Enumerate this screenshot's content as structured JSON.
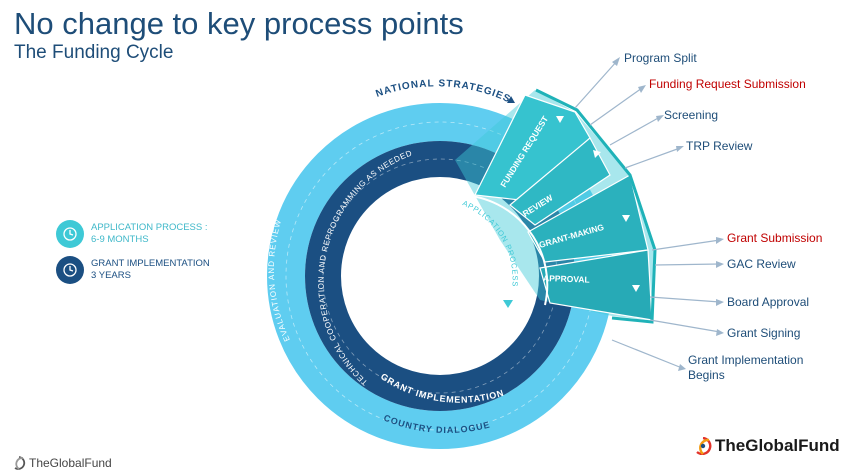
{
  "header": {
    "title": "No change to key process points",
    "subtitle": "The Funding Cycle"
  },
  "legend": [
    {
      "label": "APPLICATION PROCESS :\n6-9 MONTHS",
      "color": "#3ec9d6",
      "text_color": "#3fb8c9",
      "icon": "clock-cycle-icon"
    },
    {
      "label": "GRANT IMPLEMENTATION\n3 YEARS",
      "color": "#1b4f82",
      "text_color": "#1b4f82",
      "icon": "clock-cycle-icon"
    }
  ],
  "ring_labels": {
    "outer_top": "NATIONAL STRATEGIES",
    "outer_left": "EVALUATION AND REVIEW",
    "outer_bottom": "COUNTRY DIALOGUE",
    "inner_left": "TECHNICAL COOPERATION AND REPROGRAMMING AS NEEDED",
    "inner_bottom": "GRANT IMPLEMENTATION",
    "application": "APPLICATION PROCESS"
  },
  "wedge_stages": [
    "FUNDING REQUEST",
    "REVIEW",
    "GRANT-MAKING",
    "APPROVAL"
  ],
  "callouts": [
    {
      "text": "Program Split",
      "color": "#1e4d78"
    },
    {
      "text": "Funding Request Submission",
      "color": "#c00000"
    },
    {
      "text": "Screening",
      "color": "#1e4d78"
    },
    {
      "text": "TRP Review",
      "color": "#1e4d78"
    },
    {
      "text": "Grant Submission",
      "color": "#c00000"
    },
    {
      "text": "GAC Review",
      "color": "#1e4d78"
    },
    {
      "text": "Board Approval",
      "color": "#1e4d78"
    },
    {
      "text": "Grant Signing",
      "color": "#1e4d78"
    },
    {
      "text": "Grant Implementation\nBegins",
      "color": "#1e4d78"
    }
  ],
  "colors": {
    "outer_ring": "#5fcdf0",
    "inner_ring": "#1b4f82",
    "wedge": "#3ec9d6",
    "wedge_outline": "#1fb2b8",
    "arrow": "#9fb6cc"
  },
  "logos": {
    "left": "TheGlobalFund",
    "right": "TheGlobalFund"
  }
}
